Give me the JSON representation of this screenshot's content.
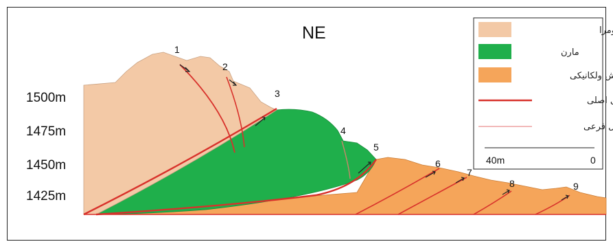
{
  "title": "NE",
  "elevation_labels": [
    "1500m",
    "1475m",
    "1450m",
    "1425m"
  ],
  "fault_numbers": [
    "1",
    "2",
    "3",
    "4",
    "5",
    "6",
    "7",
    "8",
    "9"
  ],
  "legend": {
    "items": [
      {
        "label": "ماسه سنگ- کنگلومرا",
        "color": "#f3c9a6"
      },
      {
        "label": "مارن",
        "color": "#1faf4b"
      },
      {
        "label": "برش ولکانیکی",
        "color": "#f5a55a"
      },
      {
        "label": "گسل اصلی",
        "color": "#d8312b"
      },
      {
        "label": "گسل فرعی",
        "color": "#eea3a3"
      }
    ],
    "scale_left": "40m",
    "scale_right": "0"
  },
  "colors": {
    "sandstone": "#f3c9a6",
    "marl": "#1faf4b",
    "breccia": "#f5a55a",
    "main_fault": "#d8312b",
    "minor_fault": "#eea3a3"
  }
}
